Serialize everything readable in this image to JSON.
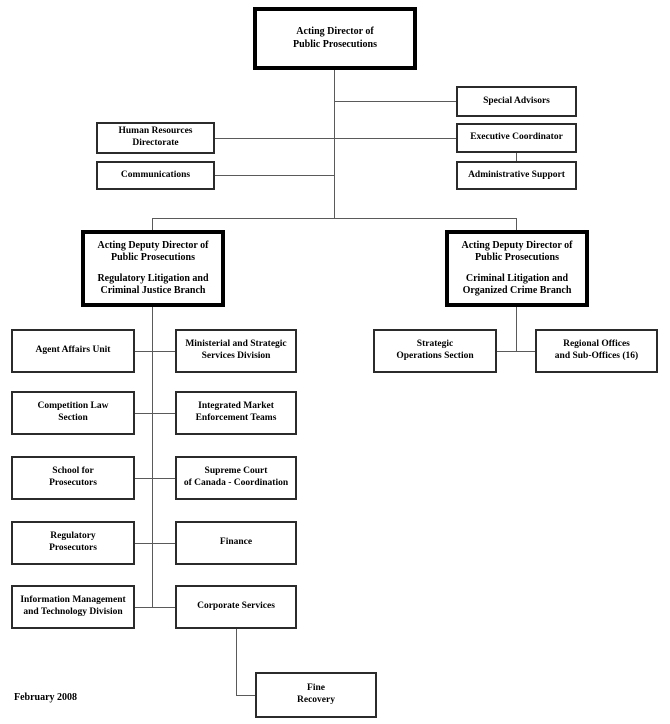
{
  "document": {
    "type": "organizational-chart",
    "title": "Acting Director of Public Prosecutions organization chart",
    "caption": "February 2008",
    "colors": {
      "background": "#ffffff",
      "box_border": "#2b2b2b",
      "heavy_box_border": "#000000",
      "connector": "#5a5a5a",
      "text": "#000000"
    }
  },
  "nodes": {
    "director": {
      "line1": "Acting Director of",
      "line2": "Public Prosecutions"
    },
    "special_advisors": {
      "line1": "Special Advisors"
    },
    "executive_coordinator": {
      "line1": "Executive Coordinator"
    },
    "administrative_support": {
      "line1": "Administrative Support"
    },
    "human_resources": {
      "line1": "Human Resources",
      "line2": "Directorate"
    },
    "communications": {
      "line1": "Communications"
    },
    "deputy_regulatory": {
      "line1": "Acting Deputy Director of",
      "line2": "Public Prosecutions",
      "line3": "Regulatory Litigation and",
      "line4": "Criminal Justice Branch"
    },
    "deputy_criminal": {
      "line1": "Acting Deputy Director of",
      "line2": "Public Prosecutions",
      "line3": "Criminal Litigation and",
      "line4": "Organized Crime Branch"
    },
    "agent_affairs": {
      "line1": "Agent Affairs Unit"
    },
    "competition_law": {
      "line1": "Competition Law",
      "line2": "Section"
    },
    "school_prosecutors": {
      "line1": "School for",
      "line2": "Prosecutors"
    },
    "regulatory_prosecutors": {
      "line1": "Regulatory",
      "line2": "Prosecutors"
    },
    "information_management": {
      "line1": "Information Management",
      "line2": "and Technology Division"
    },
    "ministerial_strategic": {
      "line1": "Ministerial and Strategic",
      "line2": "Services Division"
    },
    "integrated_market": {
      "line1": "Integrated Market",
      "line2": "Enforcement Teams"
    },
    "supreme_court": {
      "line1": "Supreme Court",
      "line2": "of Canada - Coordination"
    },
    "finance": {
      "line1": "Finance"
    },
    "corporate_services": {
      "line1": "Corporate Services"
    },
    "fine_recovery": {
      "line1": "Fine",
      "line2": "Recovery"
    },
    "strategic_operations": {
      "line1": "Strategic",
      "line2": "Operations Section"
    },
    "regional_offices": {
      "line1": "Regional Offices",
      "line2": "and Sub-Offices (16)"
    }
  }
}
